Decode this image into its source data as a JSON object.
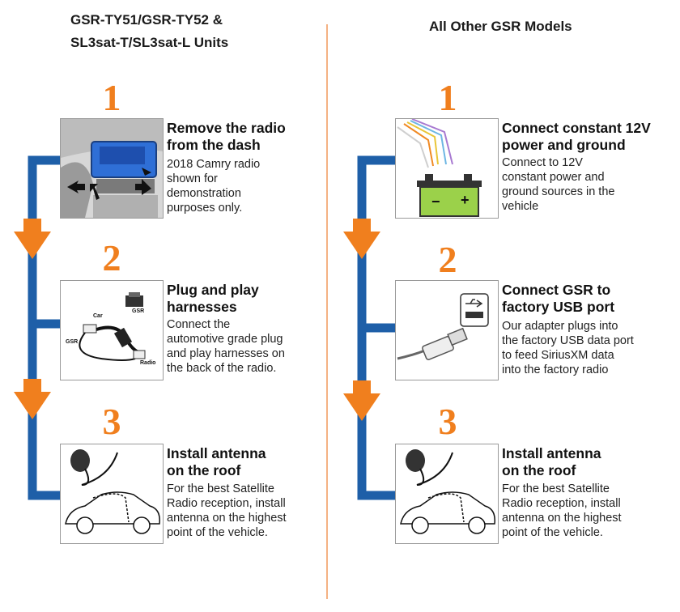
{
  "left": {
    "title_line1": "GSR-TY51/GSR-TY52 &",
    "title_line2": "SL3sat-T/SL3sat-L Units",
    "steps": [
      {
        "number": "1",
        "title_line1": "Remove the radio",
        "title_line2": "from the dash",
        "desc": [
          "2018 Camry radio",
          "shown for",
          "demonstration",
          "purposes only."
        ]
      },
      {
        "number": "2",
        "title_line1": "Plug and play",
        "title_line2": "harnesses",
        "desc": [
          "Connect the",
          "automotive grade plug",
          "and play harnesses on",
          "the back of the radio."
        ],
        "image_labels": {
          "gsr_top": "GSR",
          "car": "Car",
          "gsr_left": "GSR",
          "radio": "Radio"
        }
      },
      {
        "number": "3",
        "title_line1": "Install antenna",
        "title_line2": "on the roof",
        "desc": [
          "For the best Satellite",
          "Radio reception, install",
          "antenna on the highest",
          "point of the vehicle."
        ]
      }
    ]
  },
  "right": {
    "title": "All Other GSR Models",
    "steps": [
      {
        "number": "1",
        "title_line1": "Connect constant 12V",
        "title_line2": "power and ground",
        "desc": [
          "Connect to 12V",
          "constant power and",
          "ground sources in the",
          "vehicle"
        ],
        "image_labels": {
          "minus": "−",
          "plus": "+"
        }
      },
      {
        "number": "2",
        "title_line1": "Connect GSR to",
        "title_line2": "factory USB port",
        "desc": [
          "Our adapter plugs into",
          "the factory USB data port",
          "to feed SiriusXM data",
          "into the factory radio"
        ]
      },
      {
        "number": "3",
        "title_line1": "Install antenna",
        "title_line2": "on the roof",
        "desc": [
          "For the best Satellite",
          "Radio reception, install",
          "antenna on the highest",
          "point of the vehicle."
        ]
      }
    ]
  },
  "colors": {
    "flow_blue": "#1e5fa8",
    "arrow_orange": "#f07f1e",
    "divider": "#f4b183",
    "battery_green": "#9bd14a"
  }
}
